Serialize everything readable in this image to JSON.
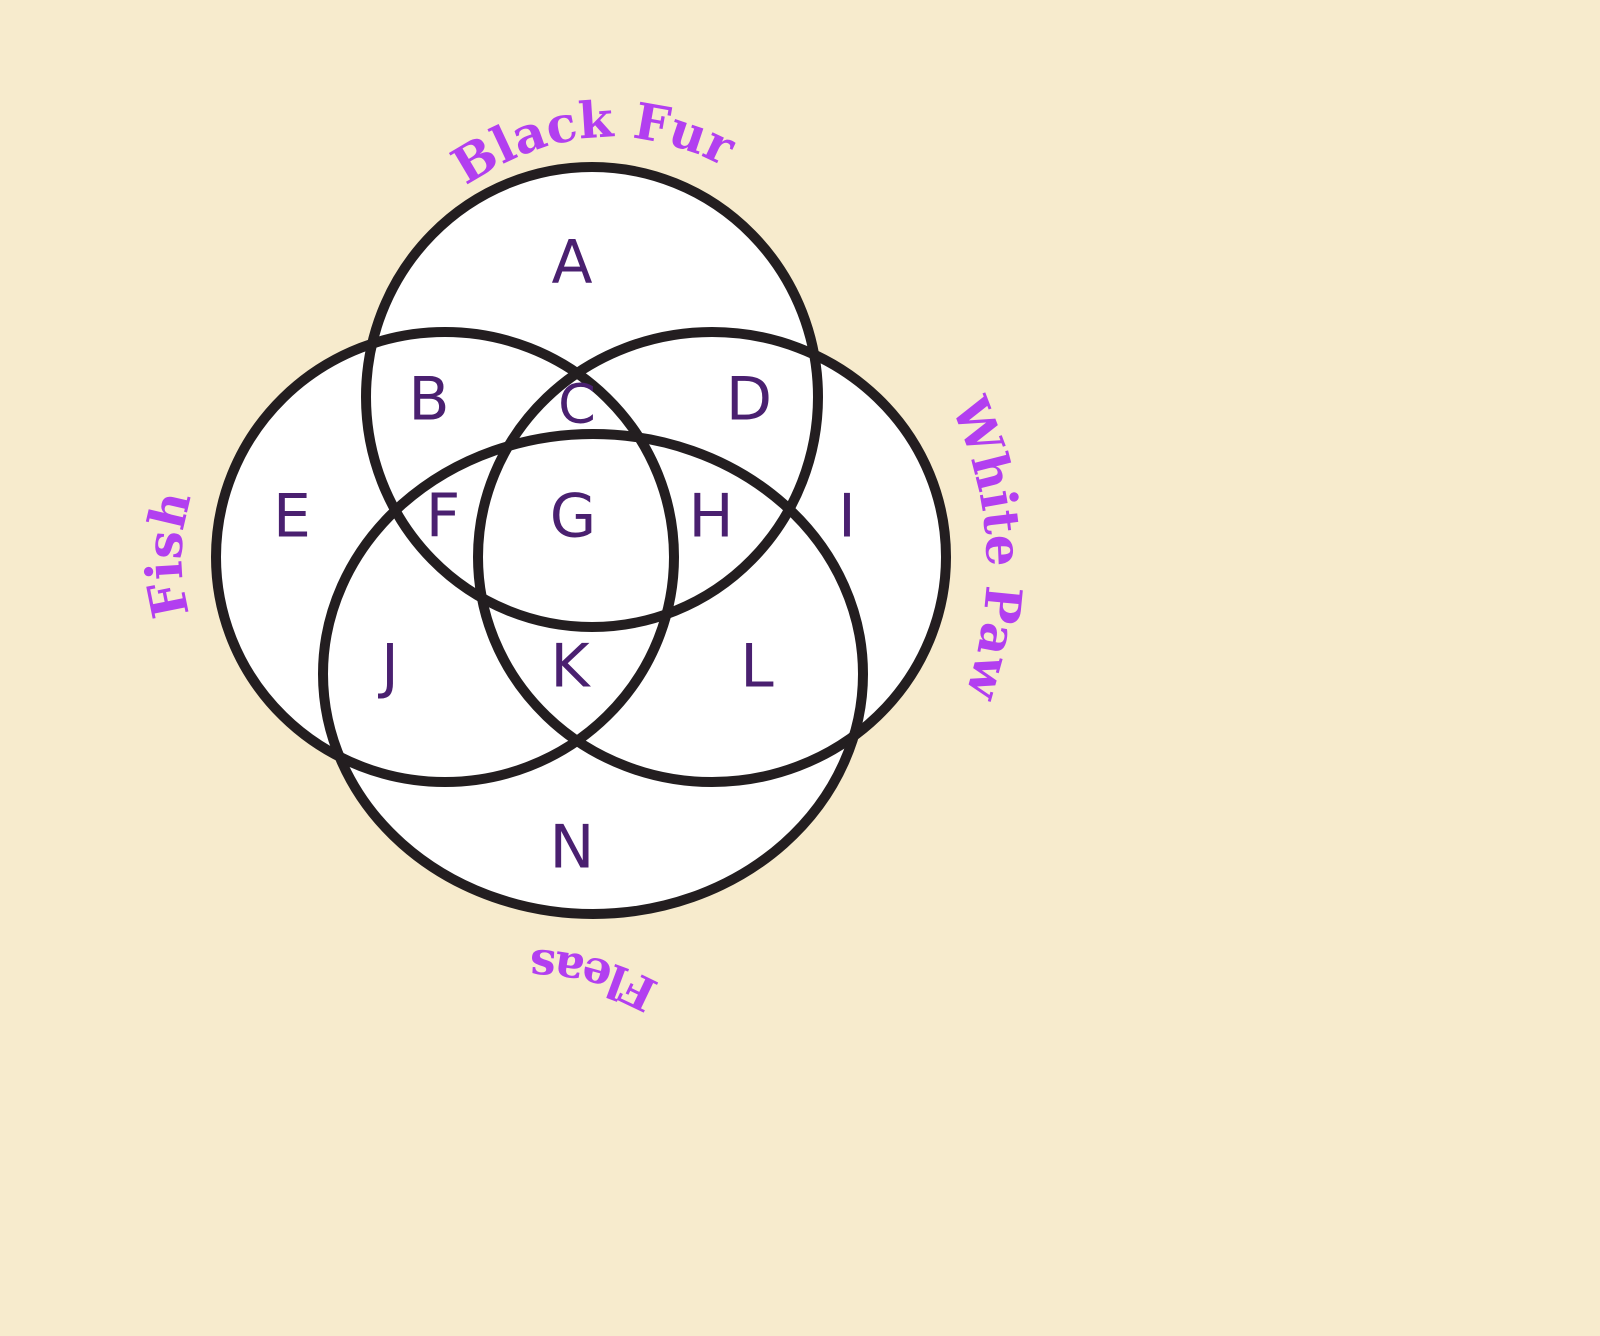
{
  "diagram": {
    "type": "venn",
    "background_color": "#f7ebcd",
    "circle_fill_color": "#ffffff",
    "outline_color": "#231e20",
    "region_label_color": "#4a2070",
    "set_label_color": "#b23ff0",
    "sets": [
      {
        "id": "black-fur",
        "label": "Black Fur"
      },
      {
        "id": "fish",
        "label": "Fish"
      },
      {
        "id": "white-paw",
        "label": "White Paw"
      },
      {
        "id": "fleas",
        "label": "Fleas"
      }
    ],
    "regions": [
      {
        "id": "a",
        "label": "A"
      },
      {
        "id": "b",
        "label": "B"
      },
      {
        "id": "c",
        "label": "C"
      },
      {
        "id": "d",
        "label": "D"
      },
      {
        "id": "e",
        "label": "E"
      },
      {
        "id": "f",
        "label": "F"
      },
      {
        "id": "g",
        "label": "G"
      },
      {
        "id": "h",
        "label": "H"
      },
      {
        "id": "i",
        "label": "I"
      },
      {
        "id": "j",
        "label": "J"
      },
      {
        "id": "k",
        "label": "K"
      },
      {
        "id": "l",
        "label": "L"
      },
      {
        "id": "n",
        "label": "N"
      }
    ]
  }
}
